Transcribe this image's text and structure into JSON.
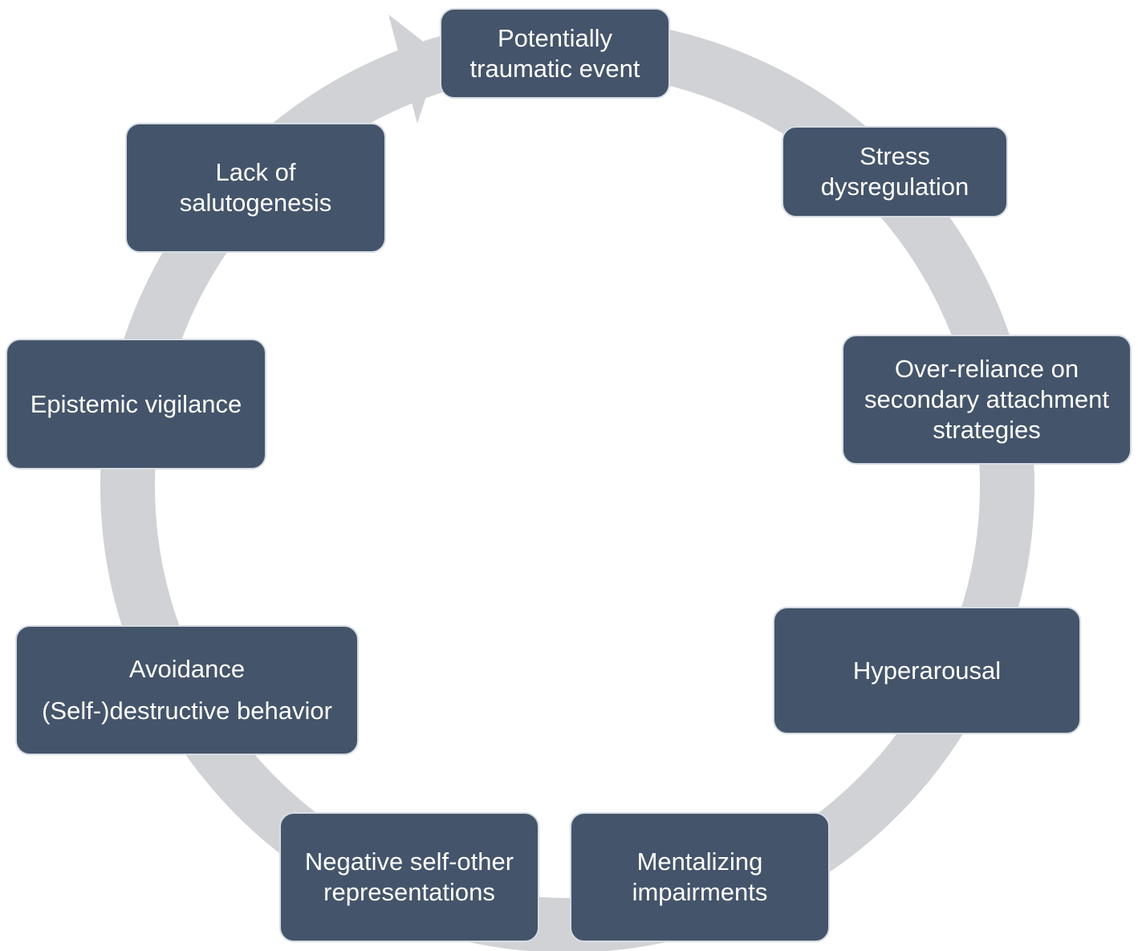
{
  "colors": {
    "box_fill": "#44546a",
    "box_border": "#d6dce4",
    "box_text": "#ffffff",
    "cycle_arrow": "#d0d2d6",
    "background": "#ffffff"
  },
  "cycle": {
    "arrow_icon": "circular-arrow-icon",
    "nodes": [
      {
        "id": "potentially-traumatic-event",
        "lines": [
          "Potentially",
          "traumatic event"
        ]
      },
      {
        "id": "stress-dysregulation",
        "lines": [
          "Stress",
          "dysregulation"
        ]
      },
      {
        "id": "over-reliance",
        "lines": [
          "Over-reliance on",
          "secondary attachment",
          "strategies"
        ]
      },
      {
        "id": "hyperarousal",
        "lines": [
          "Hyperarousal"
        ]
      },
      {
        "id": "mentalizing-impairments",
        "lines": [
          "Mentalizing",
          "impairments"
        ]
      },
      {
        "id": "negative-self-other",
        "lines": [
          "Negative self-other",
          "representations"
        ]
      },
      {
        "id": "avoidance",
        "lines": [
          "Avoidance",
          "(Self-)destructive behavior"
        ]
      },
      {
        "id": "epistemic-vigilance",
        "lines": [
          "Epistemic vigilance"
        ]
      },
      {
        "id": "lack-of-salutogenesis",
        "lines": [
          "Lack of",
          "salutogenesis"
        ]
      }
    ]
  }
}
